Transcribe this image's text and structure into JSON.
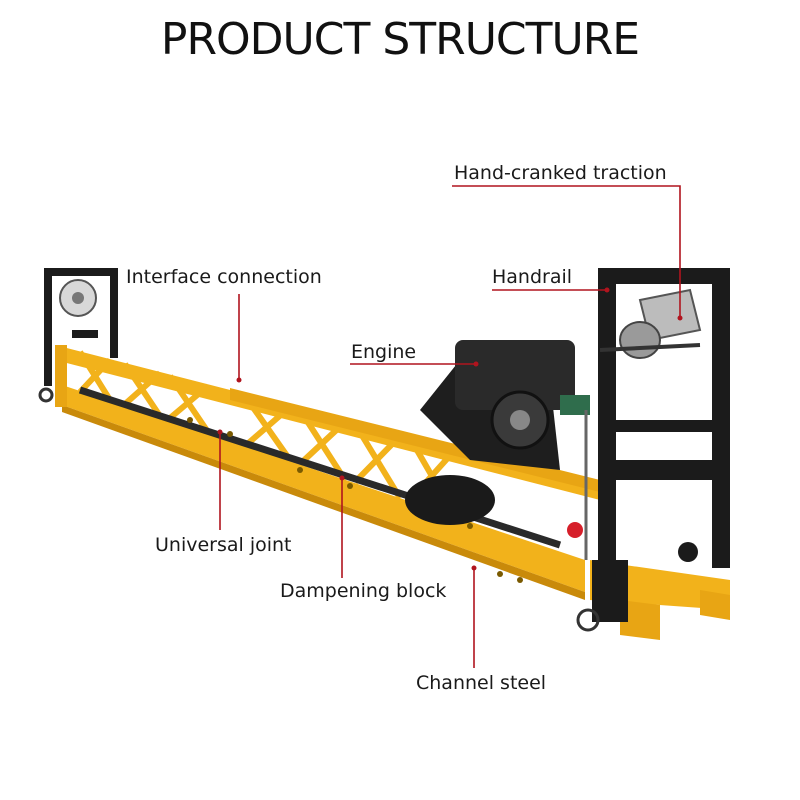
{
  "title": "PRODUCT STRUCTURE",
  "labels": {
    "hand_cranked_traction": "Hand-cranked traction",
    "interface_connection": "Interface connection",
    "handrail": "Handrail",
    "engine": "Engine",
    "universal_joint": "Universal joint",
    "dampening_block": "Dampening block",
    "channel_steel": "Channel steel"
  },
  "colors": {
    "frame_yellow": "#f2b21b",
    "frame_dark_yellow": "#c98a0a",
    "handle_black": "#1b1b1b",
    "leader_line": "#b0141e",
    "title": "#111111"
  }
}
